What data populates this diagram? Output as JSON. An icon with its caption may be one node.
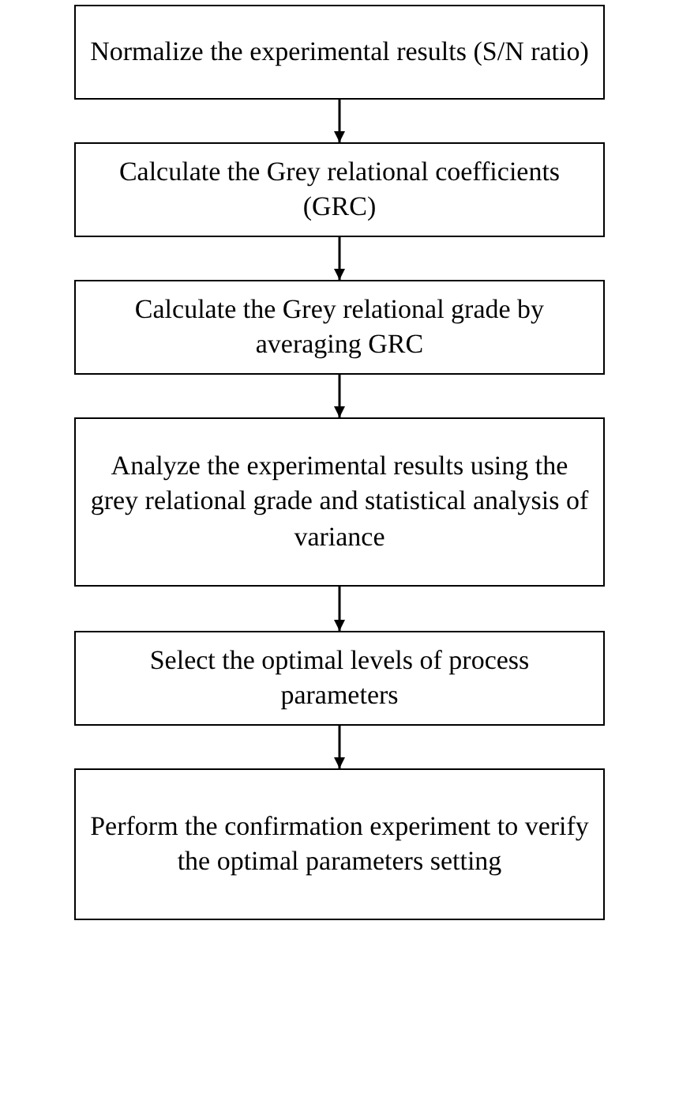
{
  "diagram": {
    "nodes": [
      {
        "text": [
          "Normalize the experimental results (S/N ratio)"
        ]
      },
      {
        "text": [
          "Calculate the Grey relational coefficients (GRC)"
        ]
      },
      {
        "text": [
          "Calculate the Grey relational grade by averaging GRC"
        ]
      },
      {
        "text": [
          "Analyze the experimental results using the grey relational grade and statistical analysis of variance"
        ]
      },
      {
        "text": [
          "Select the optimal levels of process parameters"
        ]
      },
      {
        "text": [
          "Perform the confirmation experiment to verify the optimal parameters setting"
        ]
      }
    ],
    "edges": [
      {
        "from": 0,
        "to": 1,
        "arrow": "to"
      },
      {
        "from": 1,
        "to": 2,
        "arrow": "to"
      },
      {
        "from": 2,
        "to": 3,
        "arrow": "to"
      },
      {
        "from": 3,
        "to": 4,
        "arrow": "to"
      },
      {
        "from": 4,
        "to": 5,
        "arrow": "to"
      }
    ]
  }
}
